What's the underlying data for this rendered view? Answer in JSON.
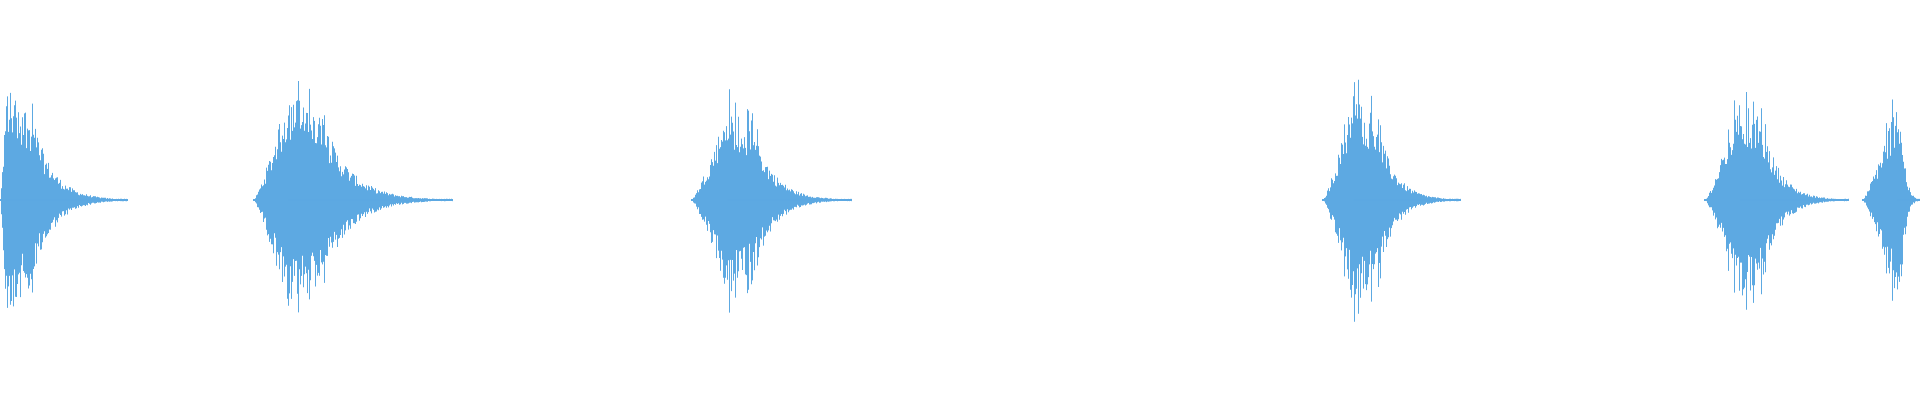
{
  "waveform": {
    "color": "#5DA9E2",
    "background": "#FFFFFF",
    "baseline_fraction": 0.5,
    "duration_fraction_total": 1.0,
    "events": [
      {
        "start": 0.0,
        "attack": 0.003,
        "decay_end": 0.066,
        "amplitude": 0.58
      },
      {
        "start": 0.132,
        "attack": 0.018,
        "decay_end": 0.235,
        "amplitude": 0.55
      },
      {
        "start": 0.36,
        "attack": 0.019,
        "decay_end": 0.443,
        "amplitude": 0.48
      },
      {
        "start": 0.689,
        "attack": 0.016,
        "decay_end": 0.76,
        "amplitude": 0.55
      },
      {
        "start": 0.888,
        "attack": 0.018,
        "decay_end": 0.962,
        "amplitude": 0.52
      },
      {
        "start": 0.97,
        "attack": 0.018,
        "decay_end": 1.0,
        "amplitude": 0.52
      }
    ]
  }
}
